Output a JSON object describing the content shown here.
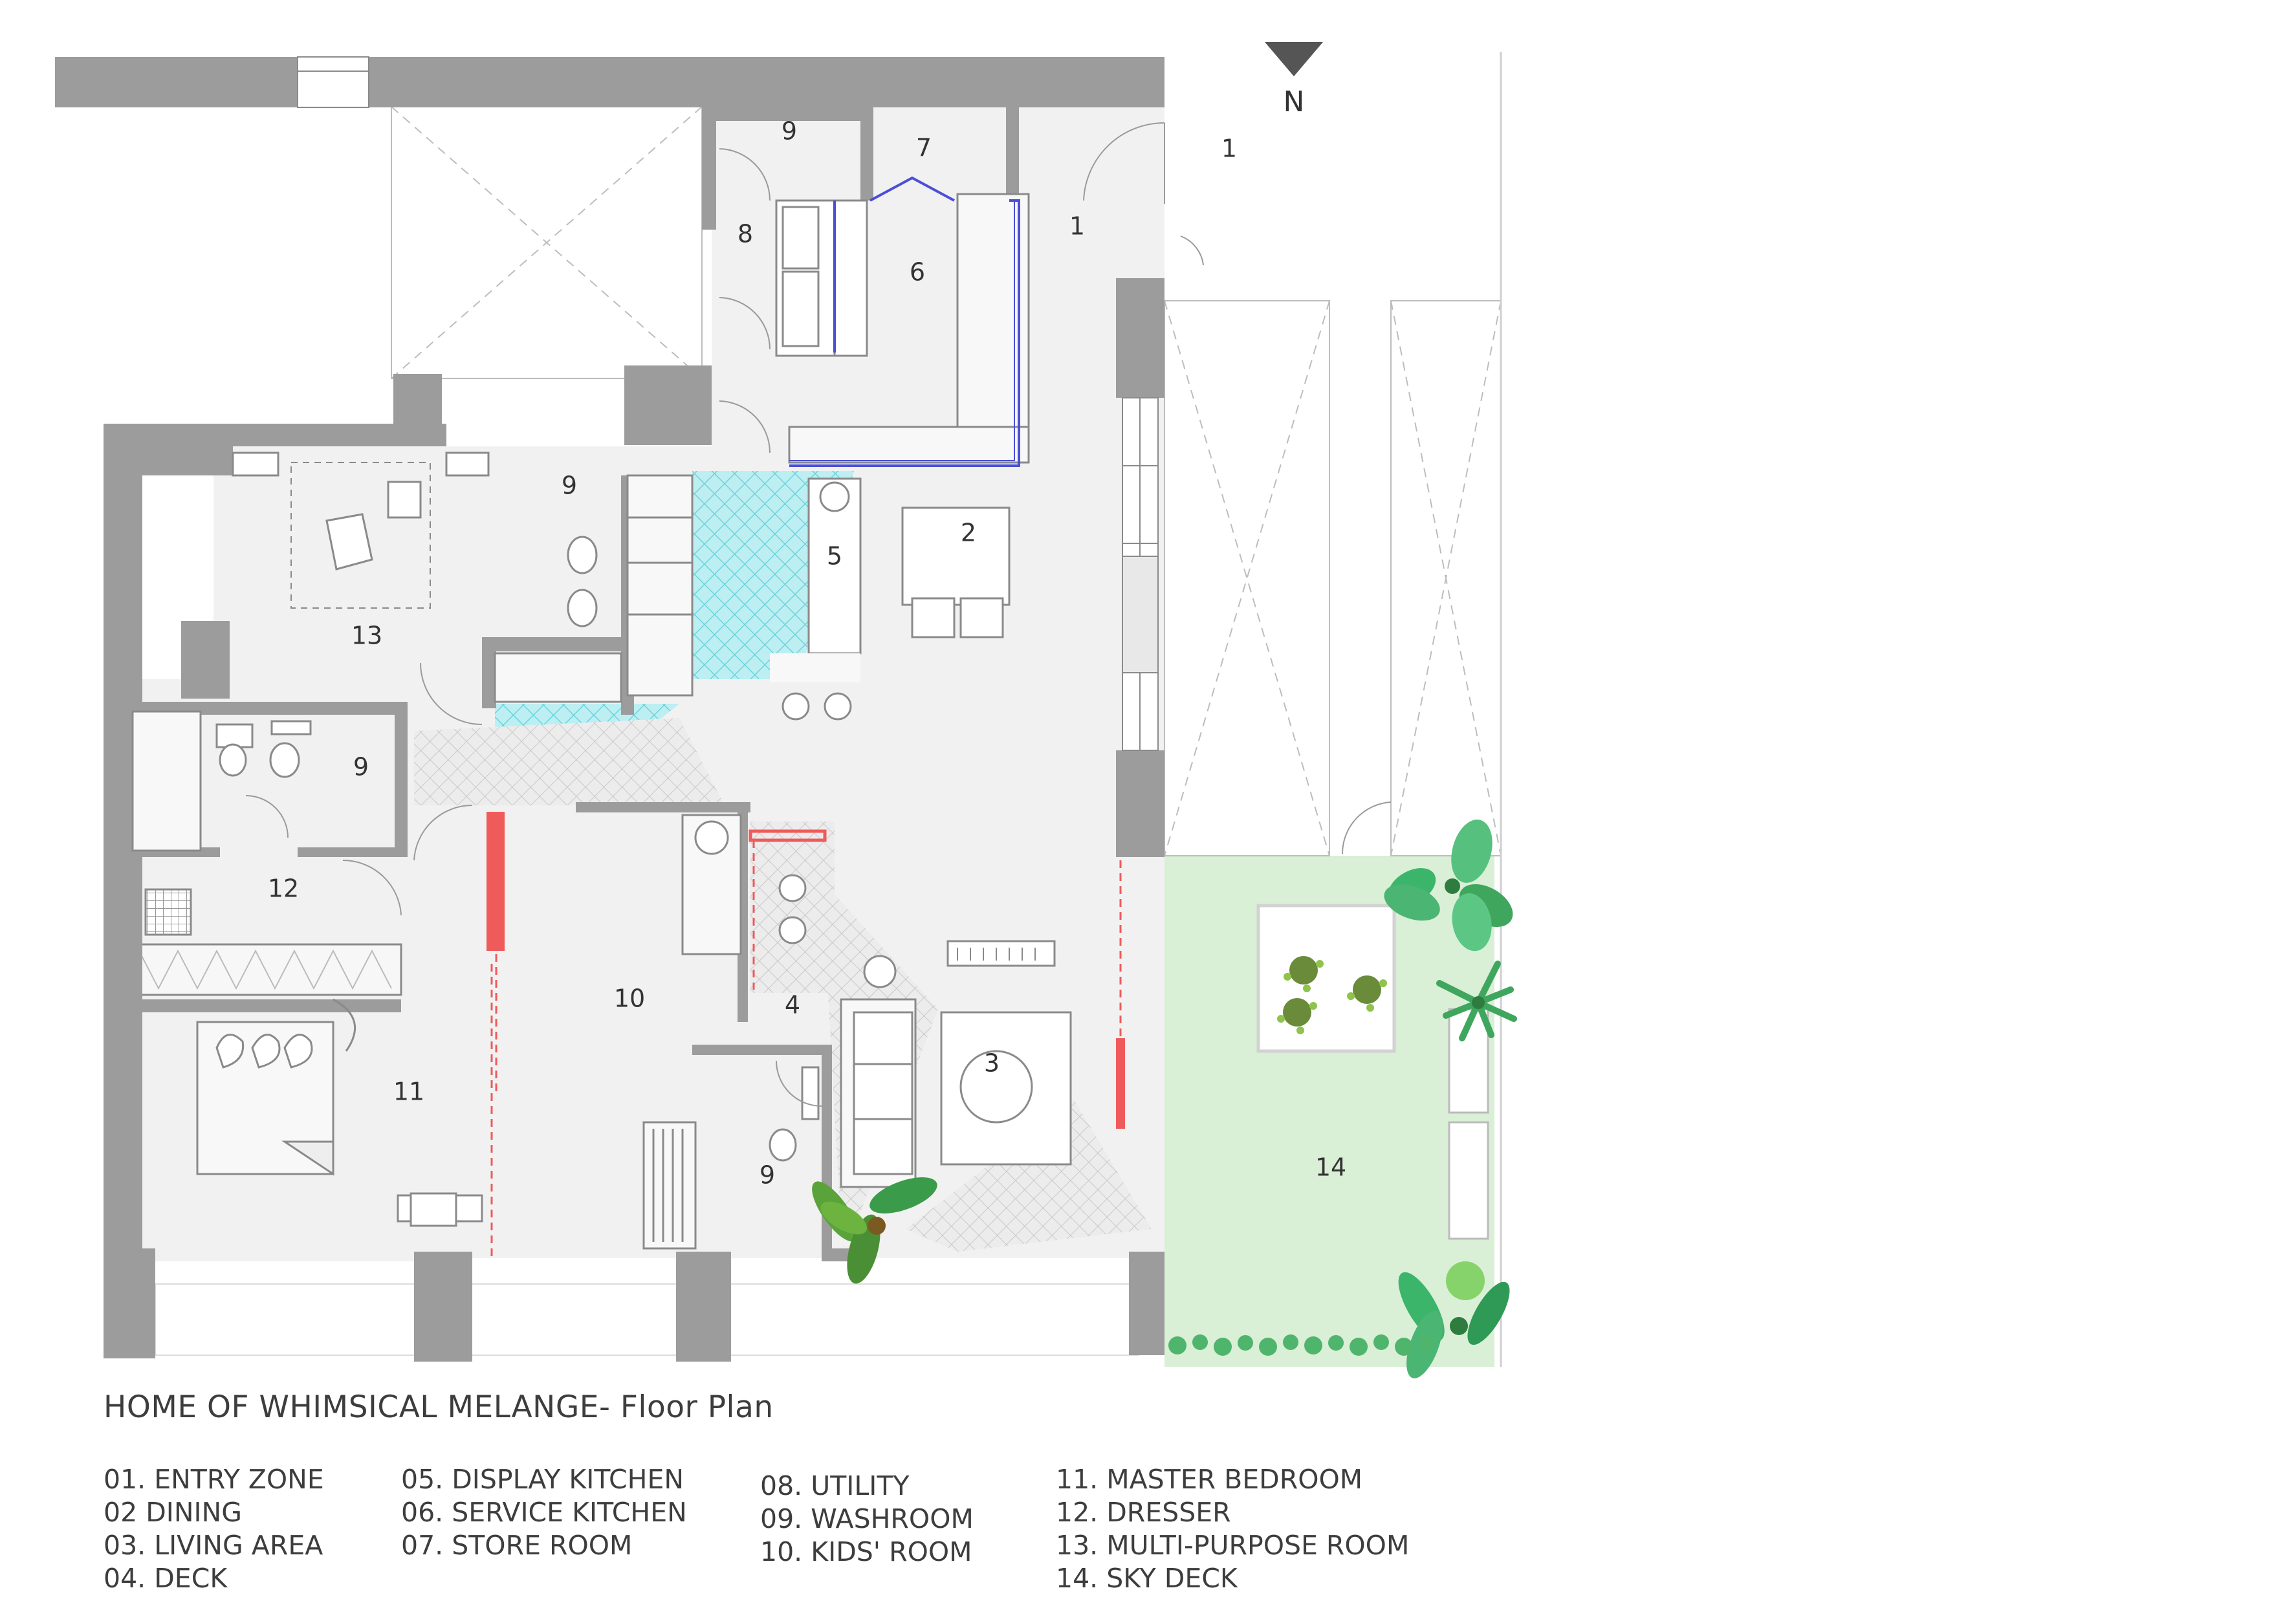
{
  "north": {
    "label": "N"
  },
  "title": "HOME OF WHIMSICAL MELANGE- Floor Plan",
  "room_labels": [
    {
      "id": "entry-outside",
      "num": "1"
    },
    {
      "id": "entry-inside",
      "num": "1"
    },
    {
      "id": "dining",
      "num": "2"
    },
    {
      "id": "living",
      "num": "3"
    },
    {
      "id": "deck",
      "num": "4"
    },
    {
      "id": "display-kitchen",
      "num": "5"
    },
    {
      "id": "service-kitchen",
      "num": "6"
    },
    {
      "id": "store-room",
      "num": "7"
    },
    {
      "id": "utility",
      "num": "8"
    },
    {
      "id": "washroom-top",
      "num": "9"
    },
    {
      "id": "washroom-mpr",
      "num": "9"
    },
    {
      "id": "washroom-master",
      "num": "9"
    },
    {
      "id": "washroom-kids",
      "num": "9"
    },
    {
      "id": "kids-room",
      "num": "10"
    },
    {
      "id": "master-bedroom",
      "num": "11"
    },
    {
      "id": "dresser",
      "num": "12"
    },
    {
      "id": "multi-purpose",
      "num": "13"
    },
    {
      "id": "sky-deck",
      "num": "14"
    }
  ],
  "legend": {
    "col1": [
      "01. ENTRY ZONE",
      "02 DINING",
      "03. LIVING AREA",
      "04. DECK"
    ],
    "col2": [
      "05. DISPLAY KITCHEN",
      "06. SERVICE KITCHEN",
      "07. STORE ROOM"
    ],
    "col3": [
      "08. UTILITY",
      "09. WASHROOM",
      "10. KIDS' ROOM"
    ],
    "col4": [
      "11. MASTER BEDROOM",
      "12. DRESSER",
      "13. MULTI-PURPOSE ROOM",
      "14. SKY DECK"
    ]
  },
  "colors": {
    "wall": "#9c9c9c",
    "floor": "#f1f1f1",
    "outline": "#8a8a8a",
    "sky_deck": "#d9efd6",
    "tile_cyan": "#bdeef2",
    "accent_red": "#ef5a5a",
    "accent_blue": "#4a4fd6",
    "plant_green": "#3a9b4a"
  }
}
